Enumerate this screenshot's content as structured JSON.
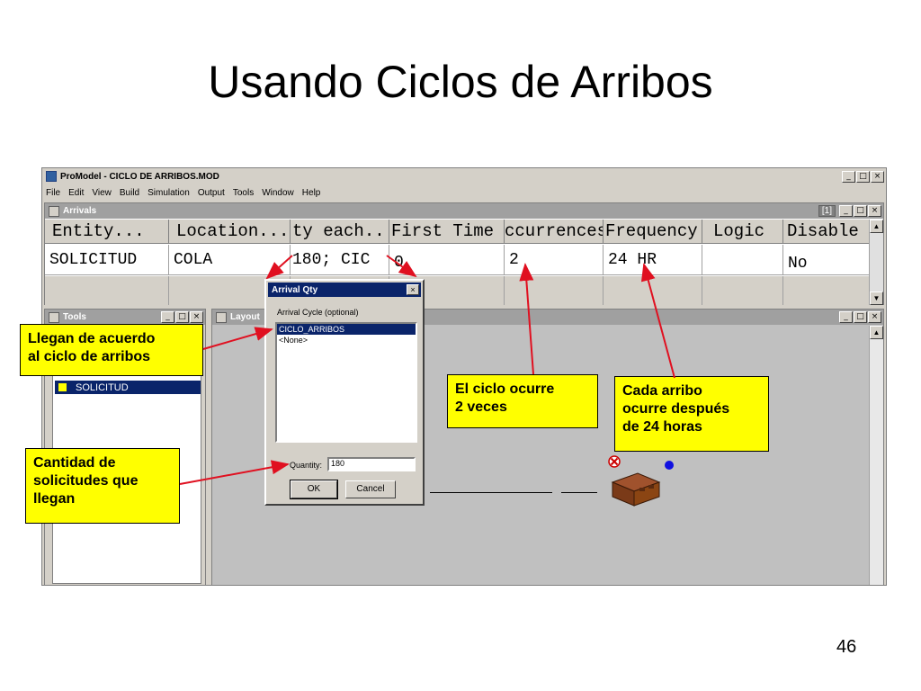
{
  "slide": {
    "title": "Usando Ciclos de Arribos",
    "page_number": "46"
  },
  "app": {
    "title": "ProModel - CICLO DE ARRIBOS.MOD",
    "menu": [
      "File",
      "Edit",
      "View",
      "Build",
      "Simulation",
      "Output",
      "Tools",
      "Window",
      "Help"
    ]
  },
  "arrivals": {
    "title": "Arrivals",
    "badge": "[1]",
    "columns": [
      "Entity...",
      "Location...",
      "ty each...",
      "First Time",
      "ccurrences",
      "Frequency",
      "Logic",
      "Disable"
    ],
    "row": [
      "SOLICITUD",
      "COLA",
      "180; CIC",
      "0",
      "2",
      "24 HR",
      "",
      "No"
    ]
  },
  "tools": {
    "title": "Tools",
    "item": "SOLICITUD"
  },
  "layout": {
    "title": "Layout"
  },
  "dialog": {
    "title": "Arrival Qty",
    "cycle_label": "Arrival Cycle (optional)",
    "options": [
      "CICLO_ARRIBOS",
      "<None>"
    ],
    "quantity_label": "Quantity:",
    "quantity_value": "180",
    "ok_label": "OK",
    "cancel_label": "Cancel"
  },
  "callouts": {
    "cycle": [
      "Llegan de acuerdo",
      "al ciclo de arribos"
    ],
    "quantity": [
      "Cantidad de",
      "solicitudes que",
      "llegan"
    ],
    "occurrences": [
      "El ciclo ocurre",
      "2 veces"
    ],
    "frequency": [
      "Cada arribo",
      "ocurre después",
      "de 24 horas"
    ]
  },
  "colors": {
    "callout_bg": "#ffff00",
    "arrow": "#e01020",
    "selection": "#0a246a"
  }
}
